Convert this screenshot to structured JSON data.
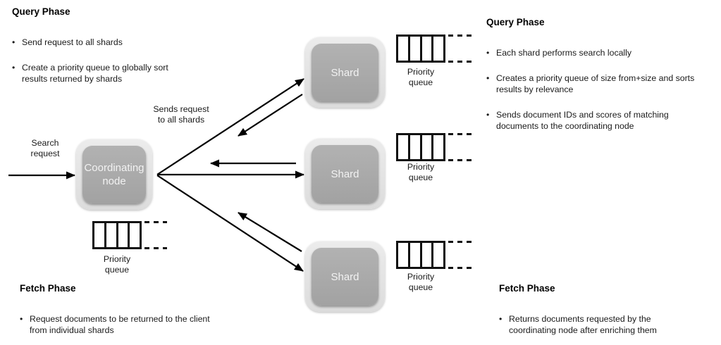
{
  "panels": {
    "query_left": {
      "heading": "Query Phase",
      "bullets": [
        "Send request to all shards",
        "Create a priority queue to globally sort results returned by shards"
      ]
    },
    "query_right": {
      "heading": "Query Phase",
      "bullets": [
        "Each shard performs search locally",
        "Creates a priority queue of size from+size and sorts results by relevance",
        "Sends document IDs and scores of matching documents to the coordinating node"
      ]
    },
    "fetch_left": {
      "heading": "Fetch Phase",
      "bullets": [
        "Request documents to be returned to the client from individual shards"
      ]
    },
    "fetch_right": {
      "heading": "Fetch Phase",
      "bullets": [
        "Returns documents requested by the coordinating node after enriching them"
      ]
    }
  },
  "nodes": {
    "coordinating": {
      "label": "Coordinating node"
    },
    "shards": [
      {
        "label": "Shard"
      },
      {
        "label": "Shard"
      },
      {
        "label": "Shard"
      }
    ]
  },
  "labels": {
    "search_request": "Search request",
    "sends_request": "Sends request to all shards",
    "priority_queue": "Priority queue"
  },
  "colors": {
    "node_outer": "#e4e4e4",
    "node_inner": "#a8a8a8",
    "node_text": "#f2f2f2",
    "arrow": "#000000",
    "text": "#1a1a1a",
    "background": "#ffffff"
  }
}
